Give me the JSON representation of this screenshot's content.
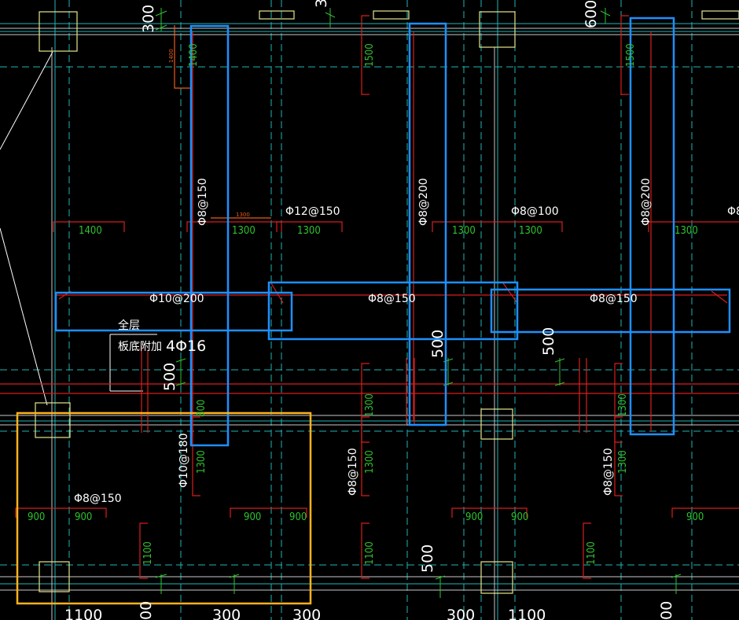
{
  "labels": {
    "dim_300_top": "300",
    "dim_3_top": "3",
    "dim_600_top": "600",
    "dim_1400_red": "1400",
    "len_1400_a": "1400",
    "len_1500_a": "1500",
    "len_1500_b": "1500",
    "rebar_v1": "Φ8@150",
    "rebar_v2": "Φ8@200",
    "rebar_v3": "Φ8@200",
    "rebar_h1": "Φ12@150",
    "rebar_h2": "Φ8@100",
    "rebar_edge": "Φ8",
    "len_1400_b": "1400",
    "len_1300_a": "1300",
    "len_1300_b": "1300",
    "len_1300_c": "1300",
    "len_1300_d": "1300",
    "len_1300_e": "1300",
    "dim_1300_red": "1300",
    "rebar_b1": "Φ10@200",
    "rebar_b2": "Φ8@150",
    "rebar_b3": "Φ8@150",
    "note_all_layers": "全层",
    "note_bottom_add": "板底附加",
    "note_4phi16": "4Φ16",
    "dim_500_a": "500",
    "dim_500_b": "500",
    "dim_500_c": "500",
    "dim_500_d": "500",
    "len_800": "800",
    "len_1300_f": "1300",
    "len_1300_g": "1300",
    "len_1300_h": "1300",
    "len_1300_i": "1300",
    "len_1300_j": "1300",
    "rebar_c1": "Φ10@180",
    "rebar_c2": "Φ8@150",
    "rebar_c3": "Φ8@150",
    "rebar_c4": "Φ8@150",
    "len_900_a": "900",
    "len_900_b": "900",
    "len_900_c": "900",
    "len_900_d": "900",
    "len_900_e": "900",
    "len_900_f": "900",
    "len_900_g": "900",
    "len_1100_a": "1100",
    "len_1100_b": "1100",
    "len_1100_c": "1100",
    "dim_1100_bot_a": "1100",
    "dim_300_bot_a": "300",
    "dim_300_bot_b": "300",
    "dim_300_bot_c": "300",
    "dim_1100_bot_b": "1100",
    "dim_00_bot_a": "00",
    "dim_00_bot_b": "00"
  },
  "colors": {
    "background": "#000000",
    "rebar_red": "#d81e1e",
    "dim_green": "#2fc22f",
    "axis_cyan": "#1fb5b5",
    "highlight_blue": "#1e90ff",
    "highlight_orange": "#ffb21e",
    "column_yellow": "#e6e68c",
    "text_white": "#ffffff"
  }
}
